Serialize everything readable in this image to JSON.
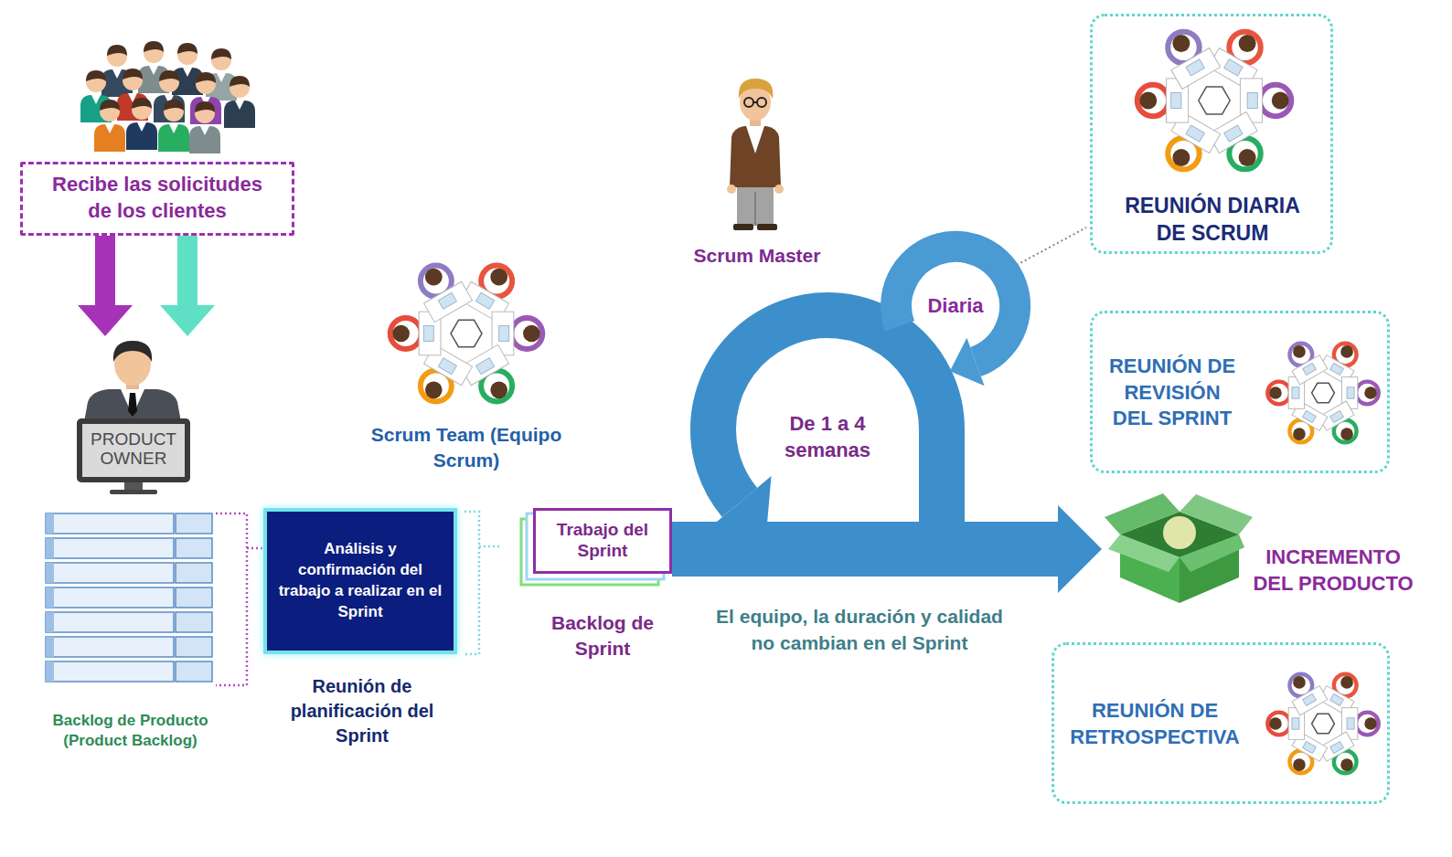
{
  "diagram": {
    "nodes": [
      {
        "text": [
          "Recibe las solicitudes de los clientes"
        ]
      },
      {
        "text": [
          "PRODUCT OWNER"
        ]
      },
      {
        "text": [
          "Backlog de Producto (Product Backlog)"
        ]
      },
      {
        "text": [
          "Análisis y confirmación del trabajo a realizar en el Sprint",
          "Reunión de planificación del Sprint"
        ]
      },
      {
        "text": [
          "Trabajo del Sprint",
          "Backlog de Sprint"
        ]
      },
      {
        "text": [
          "REUNIÓN DIARIA DE SCRUM"
        ]
      },
      {
        "text": [
          "REUNIÓN DE REVISIÓN DEL SPRINT"
        ]
      },
      {
        "text": [
          "INCREMENTO DEL PRODUCTO"
        ]
      },
      {
        "text": [
          "REUNIÓN DE RETROSPECTIVA"
        ]
      }
    ],
    "edges": [
      {
        "from": 0,
        "to": 1,
        "arrow": "to"
      },
      {
        "from": 0,
        "to": 1,
        "arrow": "to"
      },
      {
        "from": 4,
        "to": 7,
        "arrow": "to"
      }
    ],
    "labels": [
      "Scrum Master",
      "Scrum Team (Equipo Scrum)",
      "Diaria",
      "De 1 a 4 semanas",
      "El equipo, la duración y calidad no cambian en el Sprint"
    ]
  }
}
